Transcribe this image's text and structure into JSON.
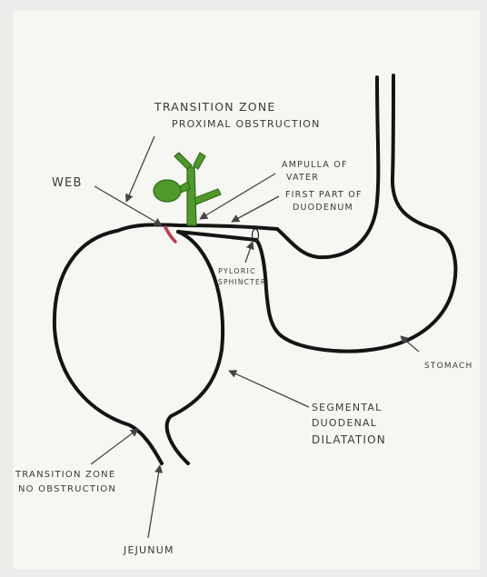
{
  "colors": {
    "paper": "#f6f6f3",
    "ink": "#141414",
    "duct_green": "#4f9a2a",
    "duct_outline": "#2f6a16",
    "web_red": "#c0394a",
    "label": "#3a3a3a"
  },
  "labels": {
    "transition_zone_proximal": [
      "TRANSITION ZONE",
      "PROXIMAL OBSTRUCTION"
    ],
    "web": "WEB",
    "ampulla": [
      "AMPULLA OF",
      "VATER"
    ],
    "first_part": [
      "FIRST PART OF",
      "DUODENUM"
    ],
    "pyloric": [
      "PYLORIC",
      "SPHINCTER"
    ],
    "stomach": "STOMACH",
    "segmental": [
      "SEGMENTAL",
      "DUODENAL",
      "DILATATION"
    ],
    "transition_zone_no": [
      "TRANSITION ZONE",
      "NO OBSTRUCTION"
    ],
    "jejunum": "JEJUNUM"
  }
}
